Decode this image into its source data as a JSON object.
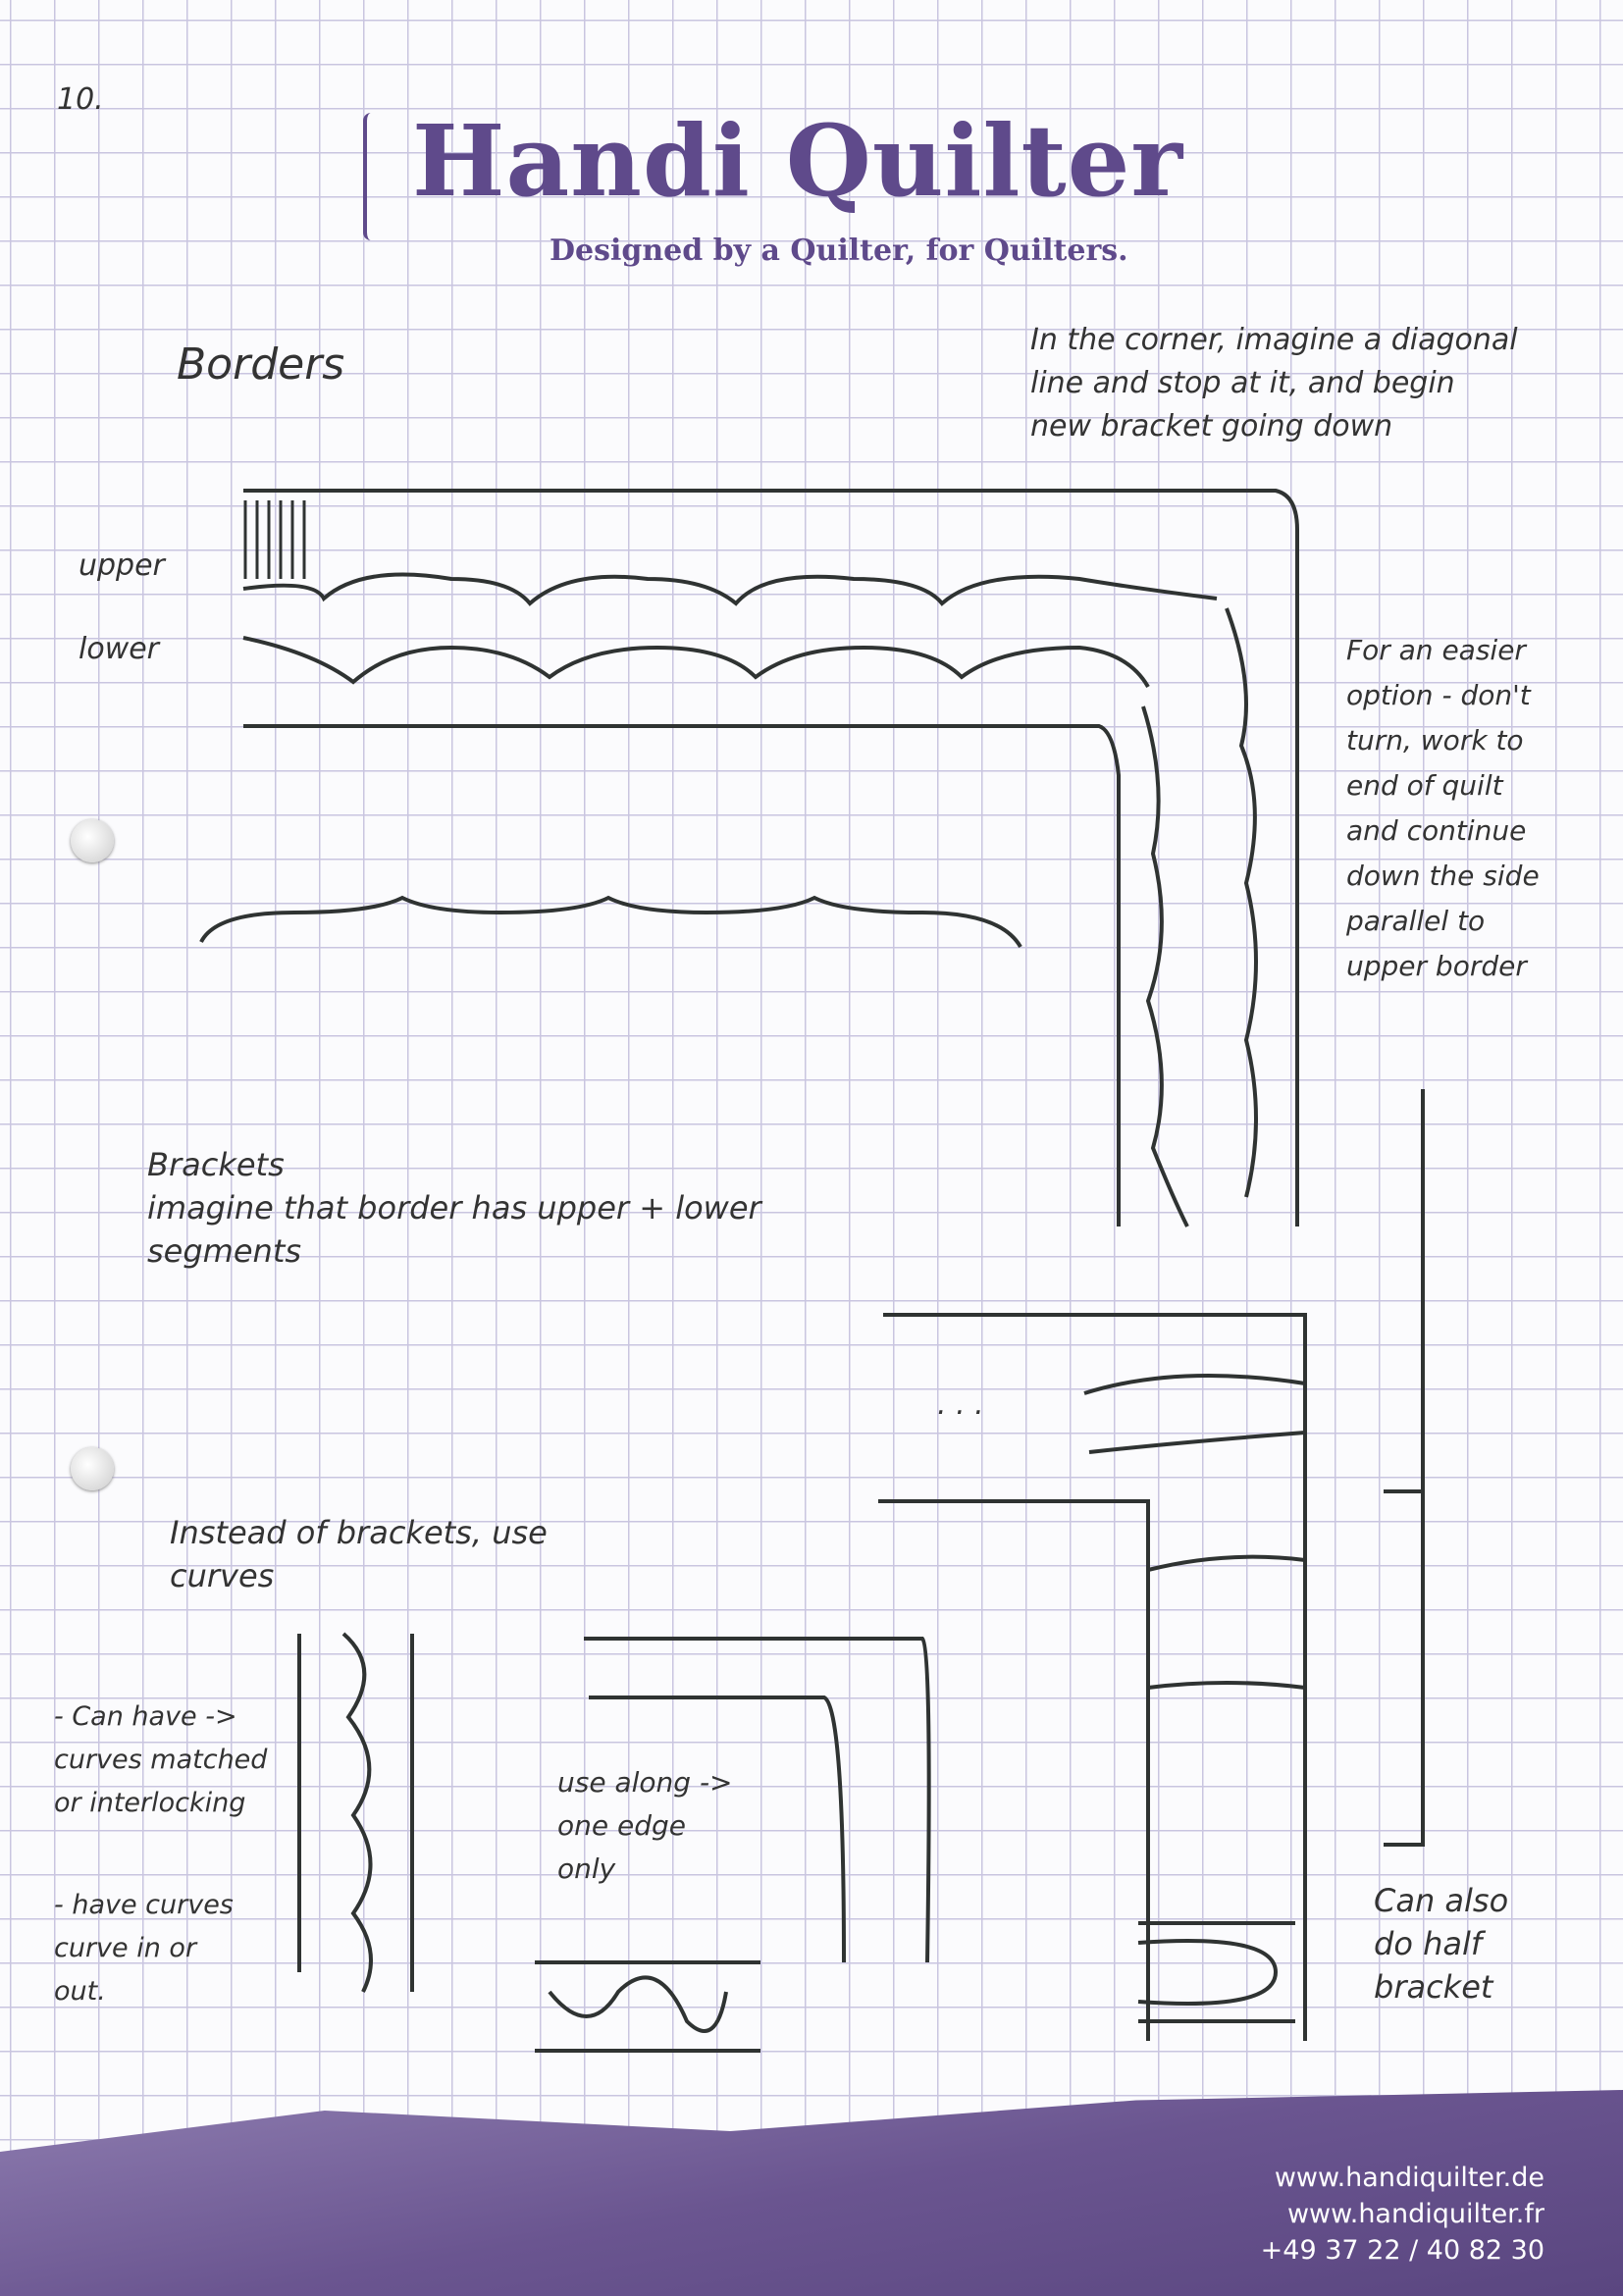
{
  "page_number": "10.",
  "logo": {
    "brand": "Handi Quilter",
    "tagline": "Designed by a Quilter, for Quilters."
  },
  "notes": {
    "title": "Borders",
    "corner_note": "In the corner, imagine a diagonal\nline and stop at it, and begin\nnew bracket going down",
    "upper": "upper",
    "lower": "lower",
    "easier_note": "For an easier\noption - don't\nturn, work to\nend of quilt\nand continue\ndown the side\nparallel to\nupper border",
    "brackets_note": "Brackets\nimagine that border has upper + lower\nsegments",
    "instead_note": "Instead of brackets, use\ncurves",
    "can_have_note": "- Can have ->\ncurves matched\nor interlocking",
    "have_curves_note": "- have curves\ncurve in or\nout.",
    "use_along_note": "use along ->\none edge\nonly",
    "ellipsis": ". . .",
    "half_bracket_note": "Can also\ndo half\nbracket"
  },
  "footer": {
    "website_de": "www.handiquilter.de",
    "website_fr": "www.handiquilter.fr",
    "phone": "+49 37 22 / 40 82 30"
  }
}
